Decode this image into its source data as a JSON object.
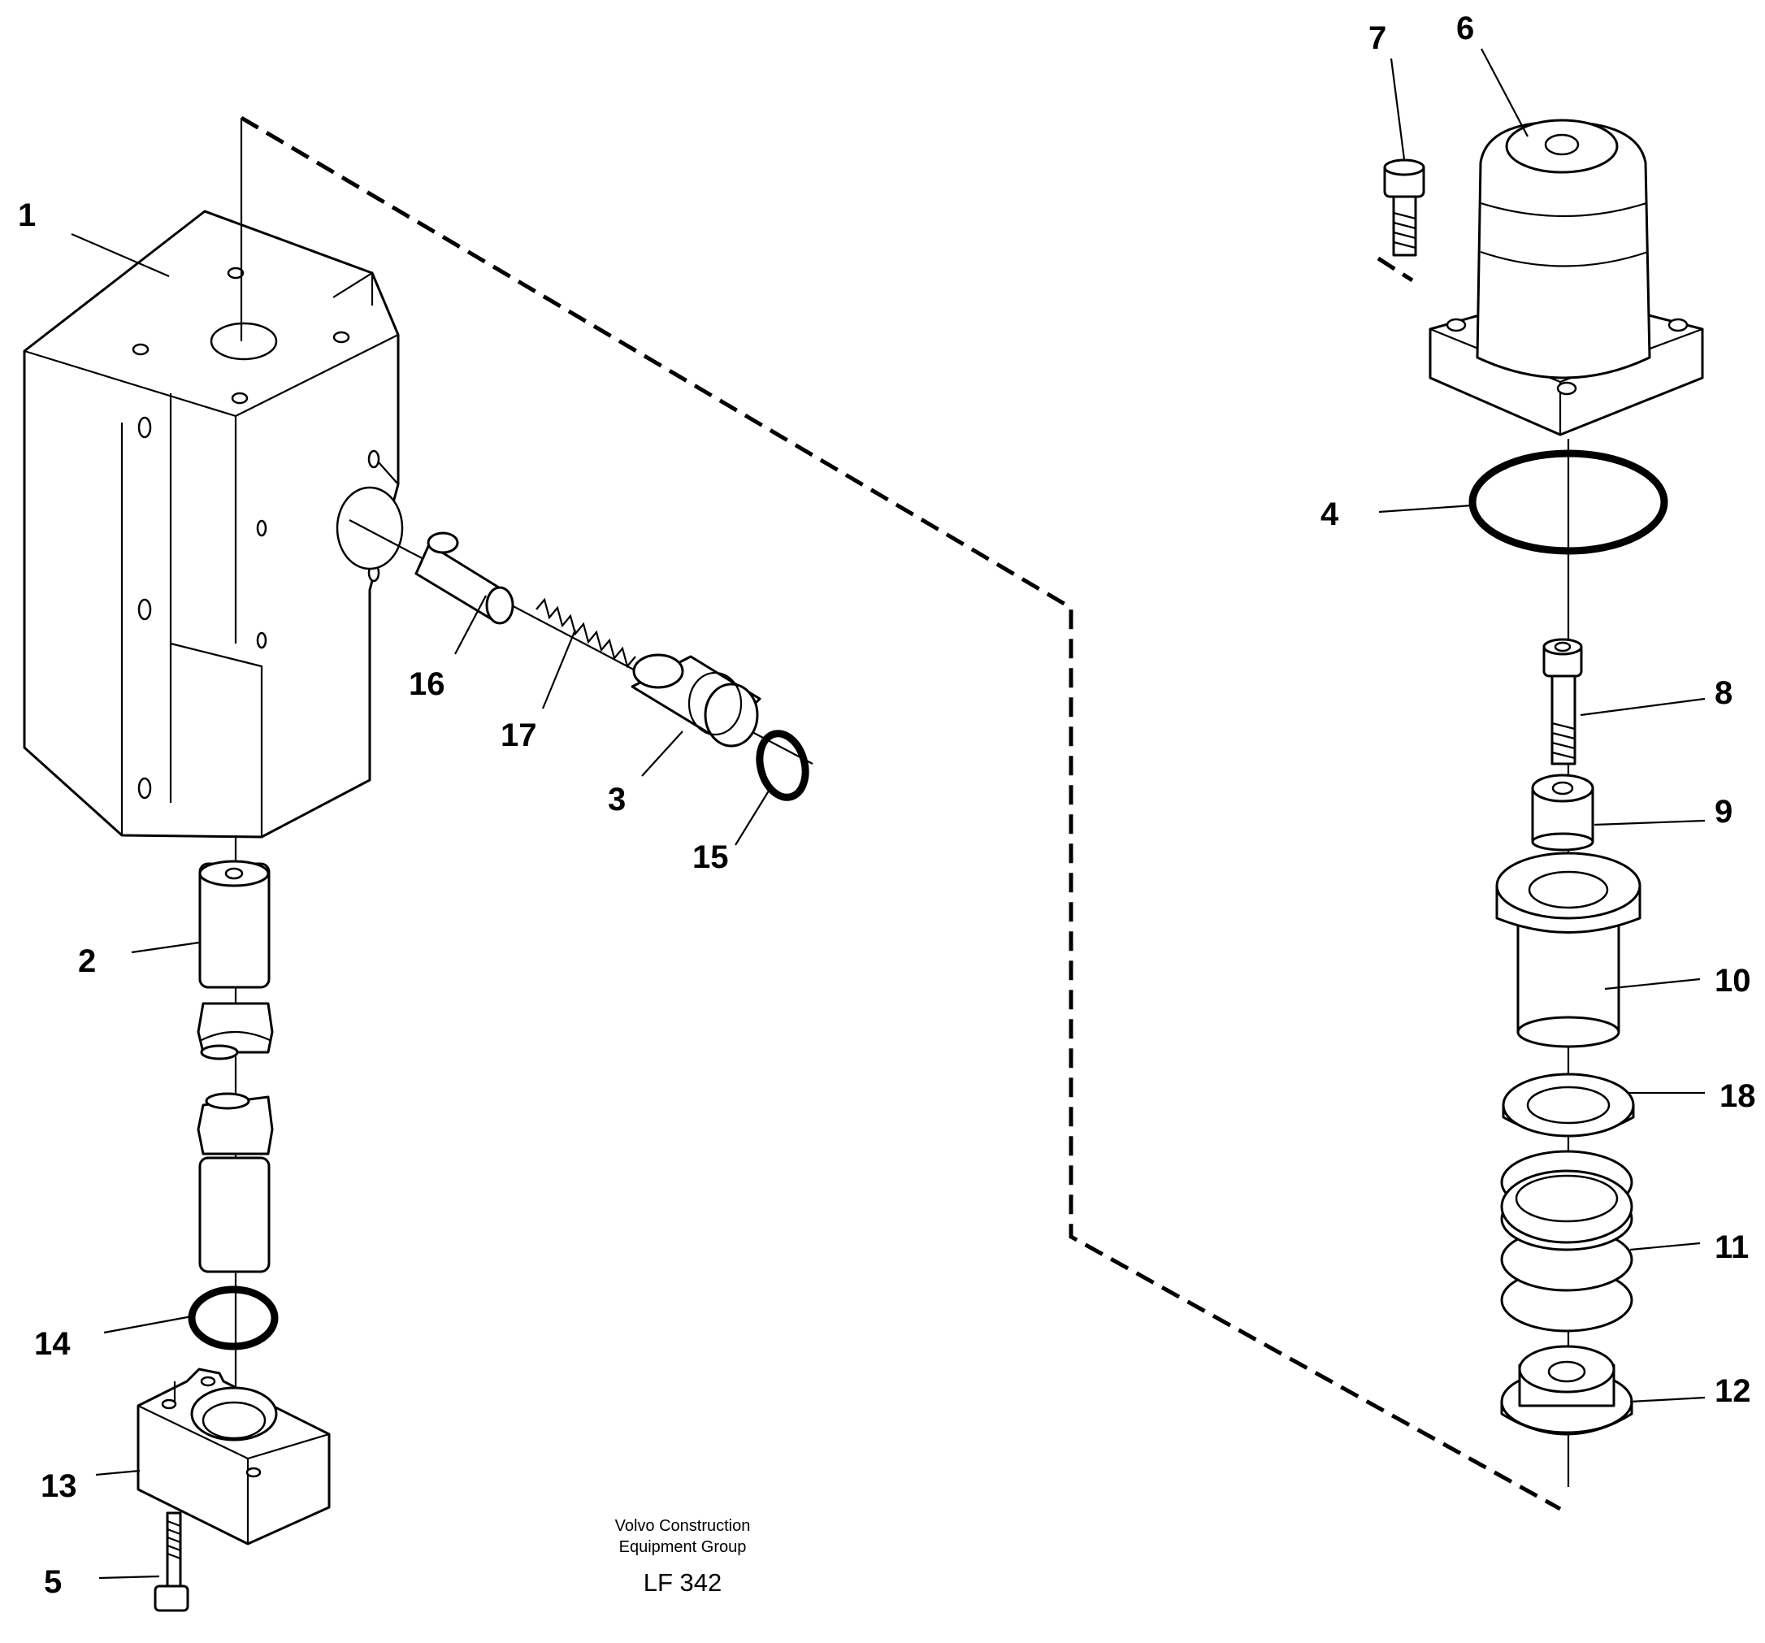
{
  "diagram": {
    "callouts": [
      {
        "id": "1",
        "label": "1"
      },
      {
        "id": "2",
        "label": "2"
      },
      {
        "id": "3",
        "label": "3"
      },
      {
        "id": "4",
        "label": "4"
      },
      {
        "id": "5",
        "label": "5"
      },
      {
        "id": "6",
        "label": "6"
      },
      {
        "id": "7",
        "label": "7"
      },
      {
        "id": "8",
        "label": "8"
      },
      {
        "id": "9",
        "label": "9"
      },
      {
        "id": "10",
        "label": "10"
      },
      {
        "id": "11",
        "label": "11"
      },
      {
        "id": "12",
        "label": "12"
      },
      {
        "id": "13",
        "label": "13"
      },
      {
        "id": "14",
        "label": "14"
      },
      {
        "id": "15",
        "label": "15"
      },
      {
        "id": "16",
        "label": "16"
      },
      {
        "id": "17",
        "label": "17"
      },
      {
        "id": "18",
        "label": "18"
      }
    ],
    "footer": {
      "credit_line1": "Volvo Construction",
      "credit_line2": "Equipment Group",
      "code": "LF 342"
    }
  }
}
